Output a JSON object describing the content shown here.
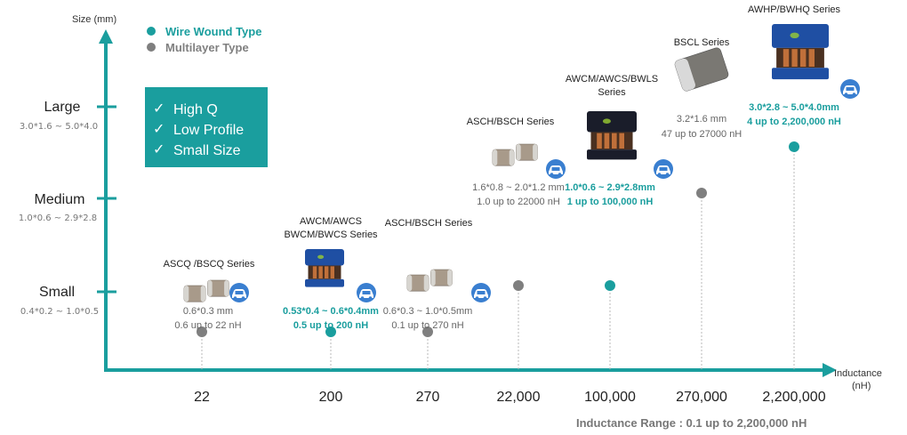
{
  "chart_data": {
    "type": "scatter",
    "ylabel": "Size (mm)",
    "xlabel": "Inductance",
    "xunit": "(nH)",
    "categories": [
      "22",
      "200",
      "270",
      "22,000",
      "100,000",
      "270,000",
      "2,200,000"
    ],
    "size_levels": [
      {
        "label": "Large",
        "range": "3.0*1.6 ~ 5.0*4.0"
      },
      {
        "label": "Medium",
        "range": "1.0*0.6 ~ 2.9*2.8"
      },
      {
        "label": "Small",
        "range": "0.4*0.2 ~ 1.0*0.5"
      }
    ],
    "legend": [
      {
        "name": "Wire Wound Type",
        "color": "#1a9e9e"
      },
      {
        "name": "Multilayer Type",
        "color": "#7f7f7f"
      }
    ],
    "features": [
      "High Q",
      "Low Profile",
      "Small Size"
    ],
    "footer": "Inductance Range : 0.1 up to  2,200,000 nH",
    "points": [
      {
        "x": "22",
        "series": "Multilayer Type",
        "y": "Small",
        "level": 0.05,
        "series_label": "ASCQ /BSCQ Series",
        "size": "0.6*0.3 mm",
        "range": "0.6 up to 22 nH",
        "image": "multilayer-chip-pair"
      },
      {
        "x": "200",
        "series": "Wire Wound Type",
        "y": "Small",
        "level": 0.05,
        "series_label": "AWCM/AWCS\nBWCM/BWCS Series",
        "size": "0.53*0.4 ~ 0.6*0.4mm",
        "range": "0.5 up to 200 nH",
        "image": "wire-wound-small"
      },
      {
        "x": "270",
        "series": "Multilayer Type",
        "y": "Small",
        "level": 0.05,
        "series_label": "ASCH/BSCH Series",
        "size": "0.6*0.3 ~ 1.0*0.5mm",
        "range": "0.1 up to 270 nH",
        "image": "multilayer-chip-pair"
      },
      {
        "x": "22,000",
        "series": "Multilayer Type",
        "y": "Medium",
        "level": 0.3,
        "series_label": "ASCH/BSCH Series",
        "size": "1.6*0.8 ~ 2.0*1.2 mm",
        "range": "1.0 up to 22000 nH",
        "image": "multilayer-chip-pair"
      },
      {
        "x": "100,000",
        "series": "Wire Wound Type",
        "y": "Medium",
        "level": 0.3,
        "series_label": "AWCM/AWCS/BWLS\nSeries",
        "size": "1.0*0.6 ~ 2.9*2.8mm",
        "range": "1 up to 100,000 nH",
        "image": "wire-wound-medium"
      },
      {
        "x": "270,000",
        "series": "Multilayer Type",
        "y": "Large",
        "level": 0.8,
        "series_label": "BSCL Series",
        "size": "3.2*1.6 mm",
        "range": "47 up to 27000 nH",
        "image": "multilayer-large"
      },
      {
        "x": "2,200,000",
        "series": "Wire Wound Type",
        "y": "Large",
        "level": 1.05,
        "series_label": "AWHP/BWHQ Series",
        "size": "3.0*2.8 ~ 5.0*4.0mm",
        "range": "4 up to 2,200,000 nH",
        "image": "wire-wound-large"
      }
    ]
  }
}
